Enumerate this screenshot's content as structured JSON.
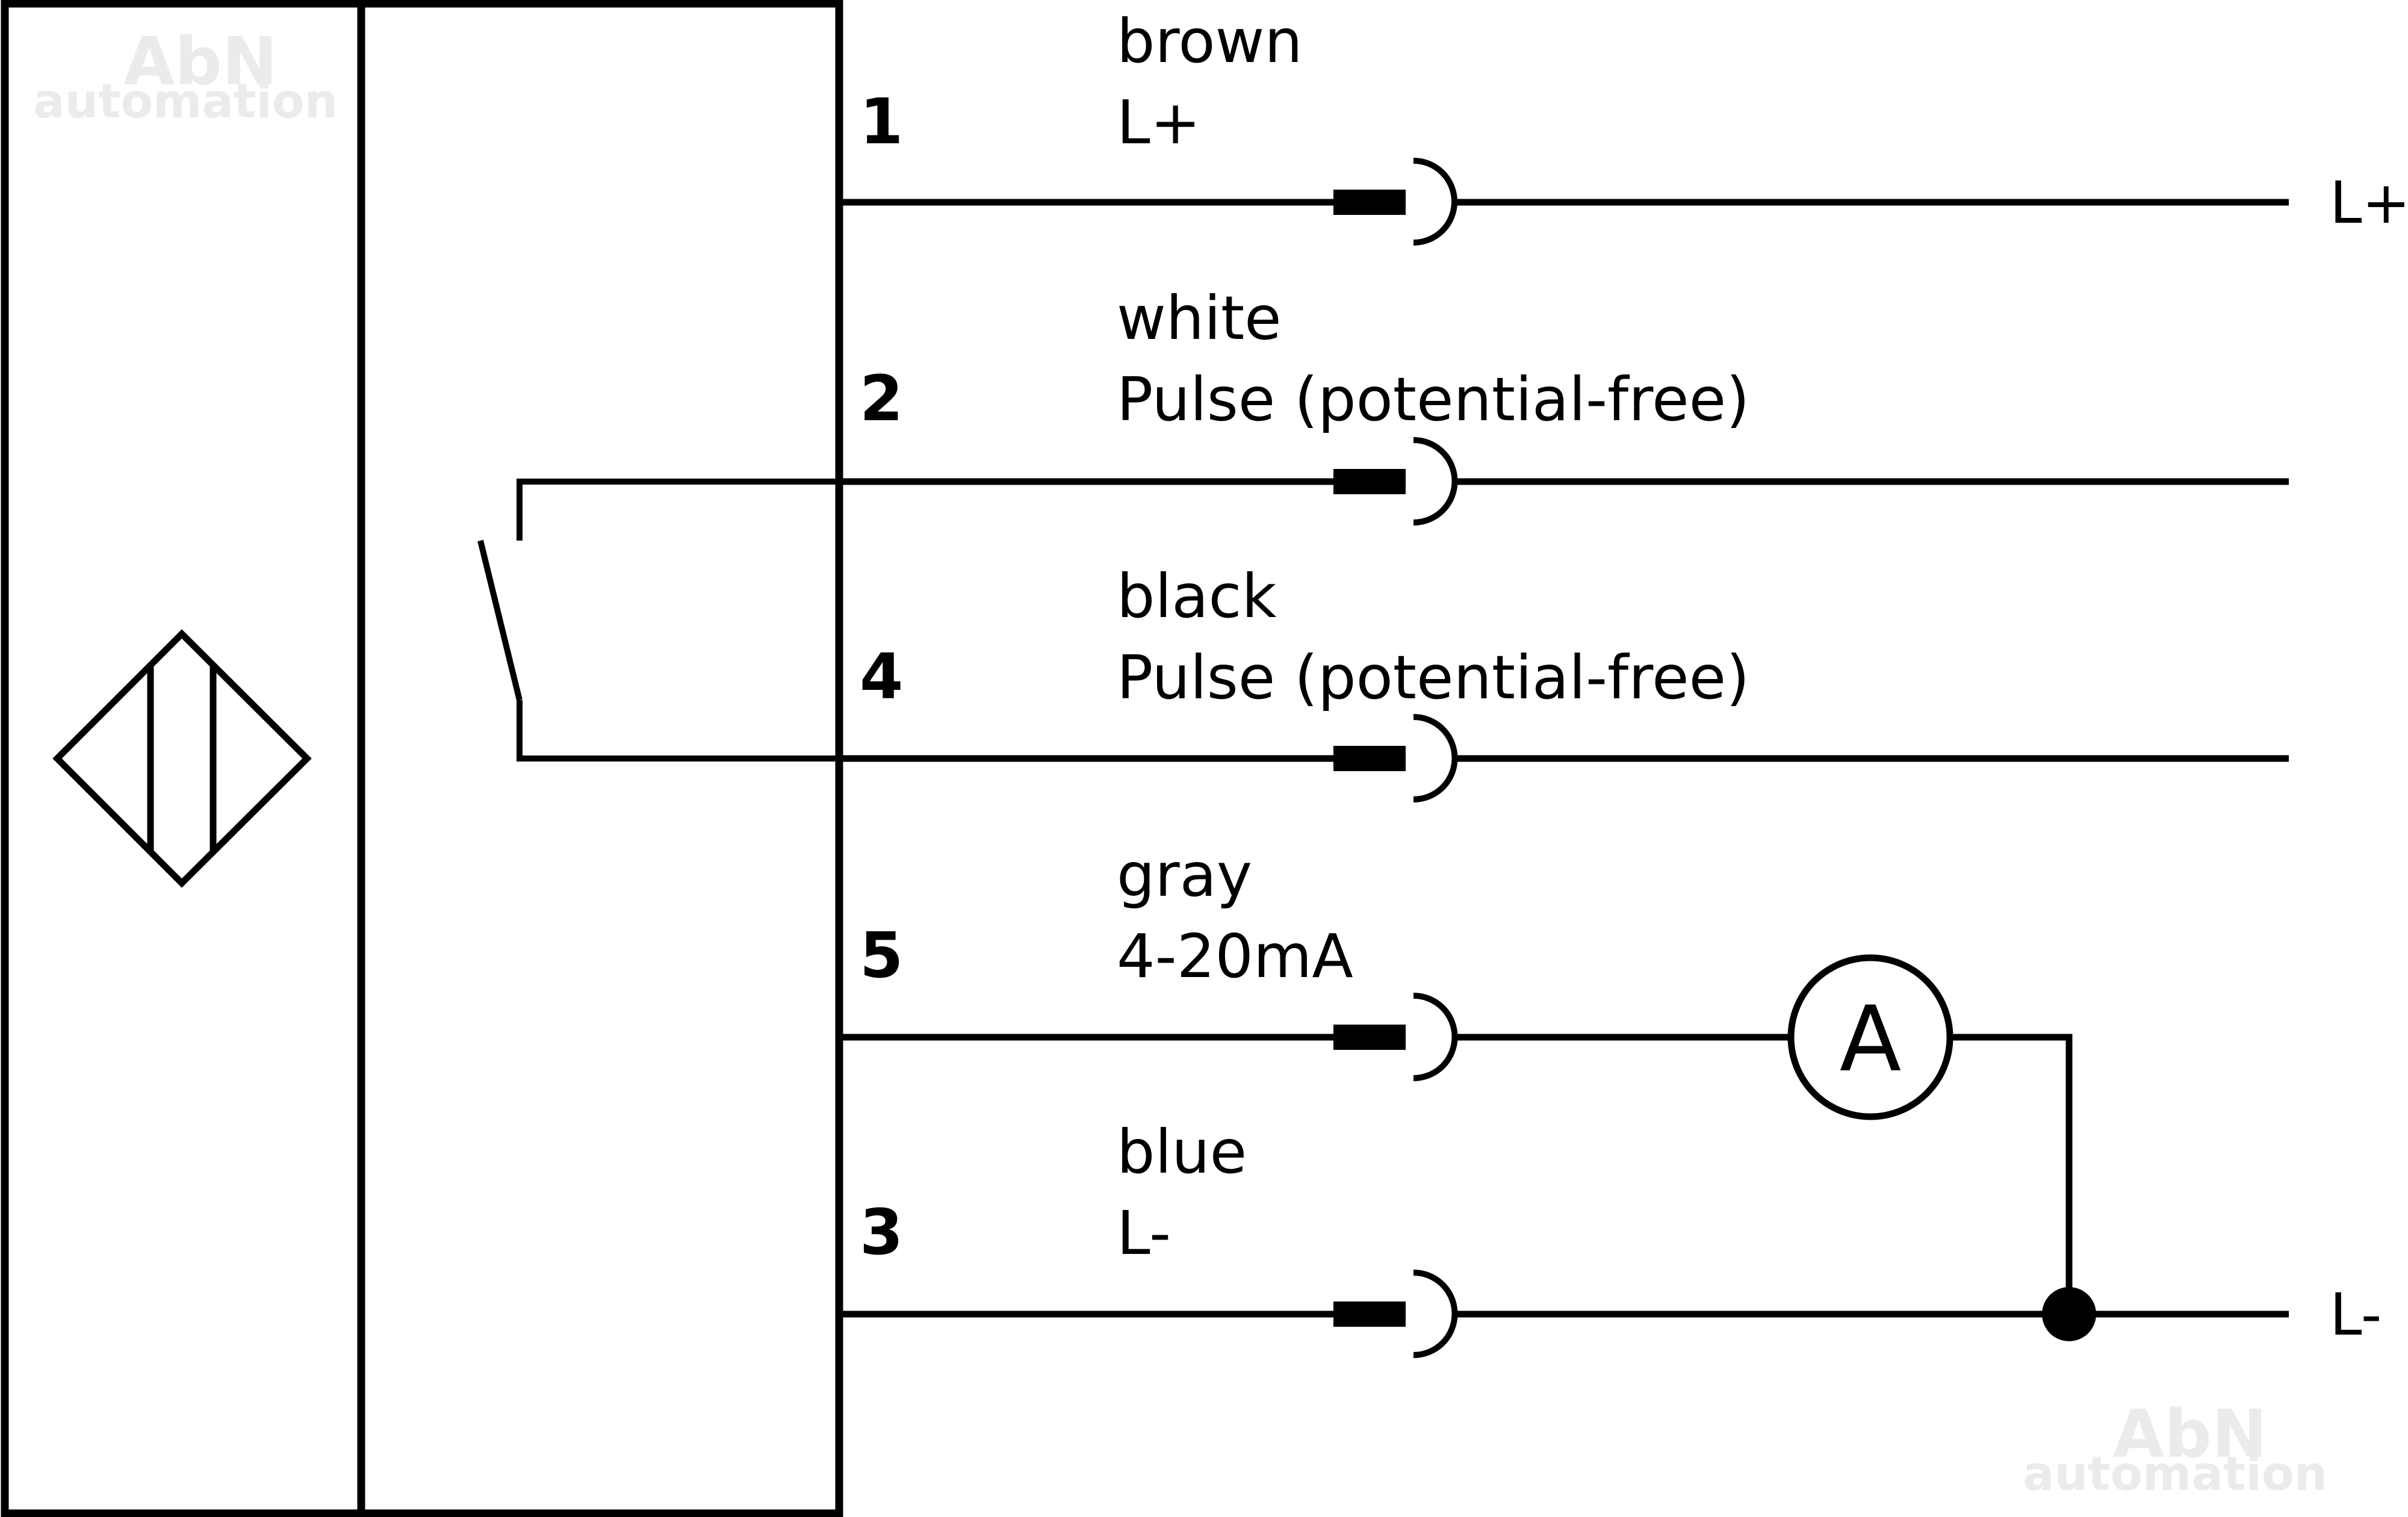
{
  "watermark": {
    "brand": "AbN",
    "sub": "automation"
  },
  "pins": [
    {
      "number": "1",
      "color": "brown",
      "function": "L+"
    },
    {
      "number": "2",
      "color": "white",
      "function": "Pulse (potential-free)"
    },
    {
      "number": "4",
      "color": "black",
      "function": "Pulse (potential-free)"
    },
    {
      "number": "5",
      "color": "gray",
      "function": "4-20mA"
    },
    {
      "number": "3",
      "color": "blue",
      "function": "L-"
    }
  ],
  "terminals": {
    "positive": "L+",
    "negative": "L-"
  },
  "ammeter": {
    "symbol": "A"
  },
  "colors": {
    "line": "#000000",
    "background": "#ffffff",
    "watermark": "#ebebeb"
  }
}
